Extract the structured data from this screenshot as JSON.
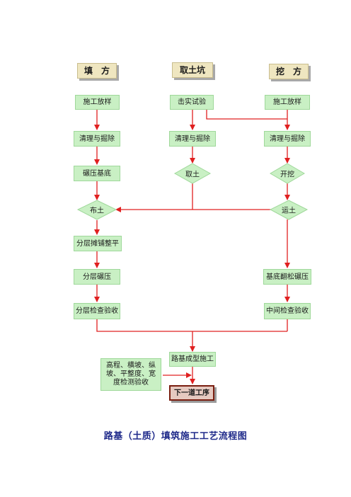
{
  "headers": {
    "fill": "填　方",
    "borrow": "取土坑",
    "cut": "挖　方"
  },
  "fill_steps": {
    "layout": "施工放样",
    "clear": "清理与掘除",
    "compact_base": "碾压基底",
    "spread": "布土",
    "level": "分层摊铺整平",
    "compact": "分层碾压",
    "inspect": "分层检查验收"
  },
  "borrow_steps": {
    "test": "击实试验",
    "clear": "清理与掘除",
    "take": "取土"
  },
  "cut_steps": {
    "layout": "施工放样",
    "clear": "清理与掘除",
    "excavate": "开挖",
    "transport": "运土",
    "loosen_compact": "基底翻松碾压",
    "inspect": "中间检查验收"
  },
  "merge_step": "路基成型施工",
  "note_lines": [
    "高程、横坡、纵",
    "坡、平整度、宽",
    "度检测验收"
  ],
  "final_step": "下一道工序",
  "caption": "路基（土质）填筑施工工艺流程图",
  "colors": {
    "arrow": "#e02020",
    "step_fill": "#c9f0c4",
    "header_fill": "#efe6c0",
    "final_fill": "#e6c9c0",
    "caption": "#1f2a8a"
  }
}
